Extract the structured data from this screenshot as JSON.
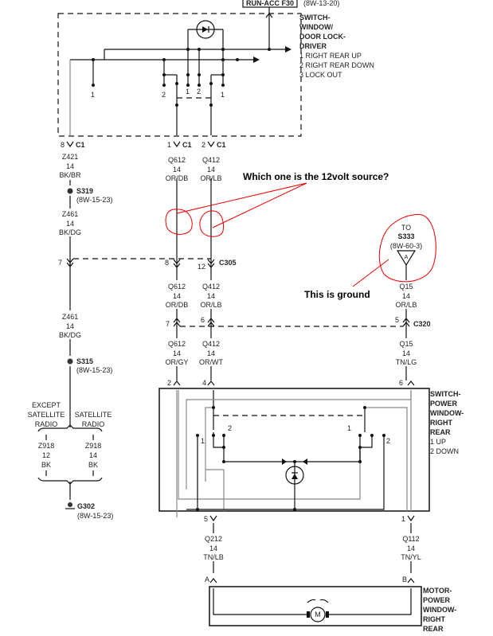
{
  "top": {
    "fuse": "RUN-ACC F30",
    "fuse_ref": "(8W-13-20)"
  },
  "driver_switch": {
    "title": [
      "SWITCH-",
      "WINDOW/",
      "DOOR LOCK-",
      "DRIVER"
    ],
    "legend": [
      "1 RIGHT REAR UP",
      "2 RIGHT REAR DOWN",
      "3 LOCK OUT"
    ],
    "pins": [
      "1",
      "2",
      "1",
      "2",
      "1"
    ]
  },
  "c1": {
    "name": "C1",
    "pins": [
      "8",
      "1",
      "2"
    ]
  },
  "wires": {
    "z421": [
      "Z421",
      "14",
      "BK/BR"
    ],
    "s319": {
      "name": "S319",
      "ref": "(8W-15-23)"
    },
    "z461a": [
      "Z461",
      "14",
      "BK/DG"
    ],
    "z461b": [
      "Z461",
      "14",
      "BK/DG"
    ],
    "s315": {
      "name": "S315",
      "ref": "(8W-15-23)"
    },
    "q612a": [
      "Q612",
      "14",
      "OR/DB"
    ],
    "q412a": [
      "Q412",
      "14",
      "OR/LB"
    ],
    "q612b": [
      "Q612",
      "14",
      "OR/DB"
    ],
    "q412b": [
      "Q412",
      "14",
      "OR/LB"
    ],
    "q15a": [
      "Q15",
      "14",
      "OR/LB"
    ],
    "q612c": [
      "Q612",
      "14",
      "OR/GY"
    ],
    "q412c": [
      "Q412",
      "14",
      "OR/WT"
    ],
    "q15b": [
      "Q15",
      "14",
      "TN/LG"
    ],
    "q212": [
      "Q212",
      "14",
      "TN/LB"
    ],
    "q112": [
      "Q112",
      "14",
      "TN/YL"
    ],
    "z918a": [
      "Z918",
      "12",
      "BK"
    ],
    "z918b": [
      "Z918",
      "14",
      "BK"
    ]
  },
  "c305": {
    "name": "C305",
    "pins": [
      "7",
      "8",
      "12"
    ]
  },
  "c320": {
    "name": "C320",
    "pins": [
      "7",
      "6",
      "5"
    ]
  },
  "s333": {
    "to": "TO",
    "name": "S333",
    "ref": "(8W-60-3)",
    "symbol": "A"
  },
  "radio": {
    "except": [
      "EXCEPT",
      "SATELLITE",
      "RADIO"
    ],
    "sat": [
      "SATELLITE",
      "RADIO"
    ]
  },
  "g302": {
    "name": "G302",
    "ref": "(8W-15-23)"
  },
  "rear_switch": {
    "title": [
      "SWITCH-",
      "POWER",
      "WINDOW-",
      "RIGHT",
      "REAR"
    ],
    "legend": [
      "1 UP",
      "2 DOWN"
    ],
    "pins_top": [
      "2",
      "4",
      "6"
    ],
    "pins_bottom": [
      "5",
      "1"
    ],
    "contacts": [
      "1",
      "2",
      "1",
      "2"
    ]
  },
  "motor": {
    "title": [
      "MOTOR-",
      "POWER",
      "WINDOW-",
      "RIGHT",
      "REAR"
    ],
    "pins": [
      "A",
      "B"
    ],
    "symbol": "M"
  },
  "annotations": {
    "question": "Which one is the 12volt source?",
    "ground": "This is ground",
    "color": "#ee0000"
  }
}
